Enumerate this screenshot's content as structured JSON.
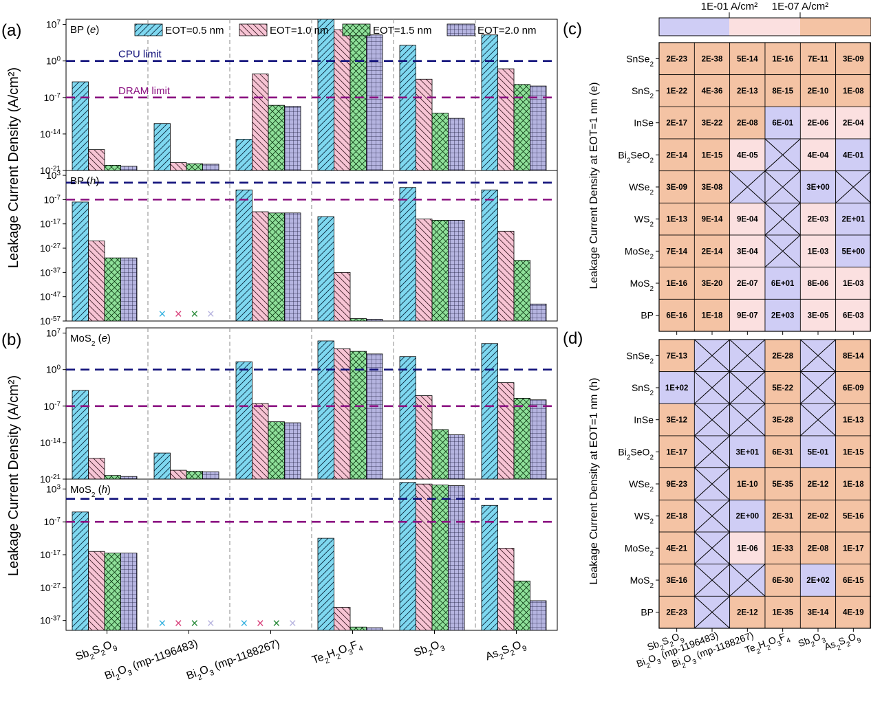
{
  "chart_data": [
    {
      "type": "bar",
      "panel": "(a)",
      "ylabel": "Leakage Current Density (A/cm²)",
      "categories": [
        "Sb2S2O9",
        "Bi2O3 (mp-1196483)",
        "Bi2O3 (mp-1188267)",
        "Te2H2O3F4",
        "Sb2O3",
        "As2S2O9"
      ],
      "legend": [
        "EOT=0.5 nm",
        "EOT=1.0 nm",
        "EOT=1.5 nm",
        "EOT=2.0 nm"
      ],
      "legend_position": "top",
      "limits": [
        {
          "name": "CPU limit",
          "value": 1,
          "color": "#10107a"
        },
        {
          "name": "DRAM limit",
          "value": 1e-07,
          "color": "#8a1080"
        }
      ],
      "subplots": [
        {
          "label": "BP (e)",
          "ylim_exp": [
            -21,
            8
          ],
          "ticks_exp": [
            7,
            0,
            -7,
            -14,
            -21
          ],
          "series": [
            {
              "name": "EOT=0.5 nm",
              "values_exp": [
                -4,
                -12,
                -15,
                8,
                3,
                5
              ]
            },
            {
              "name": "EOT=1.0 nm",
              "values_exp": [
                -17,
                -19.5,
                -2.5,
                6,
                -3.5,
                -1.5
              ]
            },
            {
              "name": "EOT=1.5 nm",
              "values_exp": [
                -20,
                -19.7,
                -8.5,
                5.5,
                -10,
                -4.5
              ]
            },
            {
              "name": "EOT=2.0 nm",
              "values_exp": [
                -20.2,
                -19.8,
                -8.7,
                5,
                -11,
                -4.8
              ]
            }
          ]
        },
        {
          "label": "BP (h)",
          "ylim_exp": [
            -57,
            5
          ],
          "ticks_exp": [
            3,
            -7,
            -17,
            -27,
            -37,
            -47,
            -57
          ],
          "missing": [
            1
          ],
          "series": [
            {
              "name": "EOT=0.5 nm",
              "values_exp": [
                -8,
                null,
                -3,
                -14,
                -2,
                -3
              ]
            },
            {
              "name": "EOT=1.0 nm",
              "values_exp": [
                -24,
                null,
                -12,
                -37,
                -15,
                -20
              ]
            },
            {
              "name": "EOT=1.5 nm",
              "values_exp": [
                -31,
                null,
                -12.5,
                -56,
                -15.5,
                -32
              ]
            },
            {
              "name": "EOT=2.0 nm",
              "values_exp": [
                -31,
                null,
                -12.5,
                -56.3,
                -15.5,
                -50
              ]
            }
          ]
        }
      ]
    },
    {
      "type": "bar",
      "panel": "(b)",
      "ylabel": "Leakage Current Density (A/cm²)",
      "categories": [
        "Sb2S2O9",
        "Bi2O3 (mp-1196483)",
        "Bi2O3 (mp-1188267)",
        "Te2H2O3F4",
        "Sb2O3",
        "As2S2O9"
      ],
      "limits": [
        {
          "name": "CPU limit",
          "value": 1,
          "color": "#10107a"
        },
        {
          "name": "DRAM limit",
          "value": 1e-07,
          "color": "#8a1080"
        }
      ],
      "subplots": [
        {
          "label": "MoS2 (e)",
          "ylim_exp": [
            -21,
            8
          ],
          "ticks_exp": [
            7,
            0,
            -7,
            -14,
            -21
          ],
          "series": [
            {
              "name": "EOT=0.5 nm",
              "values_exp": [
                -4,
                -16,
                1.5,
                5.5,
                2.5,
                5
              ]
            },
            {
              "name": "EOT=1.0 nm",
              "values_exp": [
                -17,
                -19.3,
                -6.5,
                4,
                -5,
                -2.5
              ]
            },
            {
              "name": "EOT=1.5 nm",
              "values_exp": [
                -20.3,
                -19.5,
                -10,
                3.5,
                -11.5,
                -5.5
              ]
            },
            {
              "name": "EOT=2.0 nm",
              "values_exp": [
                -20.5,
                -19.6,
                -10.2,
                3,
                -12.5,
                -5.8
              ]
            }
          ]
        },
        {
          "label": "MoS2 (h)",
          "ylim_exp": [
            -40,
            6
          ],
          "ticks_exp": [
            3,
            -7,
            -17,
            -27,
            -37
          ],
          "missing": [
            1,
            2
          ],
          "series": [
            {
              "name": "EOT=0.5 nm",
              "values_exp": [
                -4,
                null,
                null,
                -12,
                5,
                -2
              ]
            },
            {
              "name": "EOT=1.0 nm",
              "values_exp": [
                -16,
                null,
                null,
                -33,
                4.5,
                -15
              ]
            },
            {
              "name": "EOT=1.5 nm",
              "values_exp": [
                -16.5,
                null,
                null,
                -39,
                4.2,
                -25
              ]
            },
            {
              "name": "EOT=2.0 nm",
              "values_exp": [
                -16.5,
                null,
                null,
                -39.2,
                4,
                -31
              ]
            }
          ]
        }
      ]
    },
    {
      "type": "heatmap",
      "panel": "(c)",
      "ylabel": "Leakage Current Density at EOT=1 nm (e)",
      "colorbar": {
        "labels": [
          "1E-01 A/cm²",
          "1E-07 A/cm²"
        ],
        "colors": [
          "#cfcdf5",
          "#fbe0e0",
          "#f4c3a4"
        ]
      },
      "rows": [
        "SnSe2",
        "SnS2",
        "InSe",
        "Bi2SeO2",
        "WSe2",
        "WS2",
        "MoSe2",
        "MoS2",
        "BP"
      ],
      "cells": [
        [
          "2E-23",
          "2E-38",
          "5E-14",
          "1E-16",
          "7E-11",
          "3E-09"
        ],
        [
          "1E-22",
          "4E-36",
          "2E-13",
          "8E-15",
          "2E-10",
          "1E-08"
        ],
        [
          "2E-17",
          "3E-22",
          "2E-08",
          "6E-01",
          "2E-06",
          "2E-04"
        ],
        [
          "2E-14",
          "1E-15",
          "4E-05",
          "X",
          "4E-04",
          "4E-01"
        ],
        [
          "3E-09",
          "3E-08",
          "X",
          "X",
          "3E+00",
          "X"
        ],
        [
          "1E-13",
          "9E-14",
          "9E-04",
          "X",
          "2E-03",
          "2E+01"
        ],
        [
          "7E-14",
          "2E-14",
          "3E-04",
          "X",
          "1E-03",
          "5E+00"
        ],
        [
          "1E-16",
          "3E-20",
          "2E-07",
          "6E+01",
          "8E-06",
          "1E-03"
        ],
        [
          "6E-16",
          "1E-18",
          "9E-07",
          "2E+03",
          "3E-05",
          "6E-03"
        ]
      ],
      "colors": [
        [
          "o",
          "o",
          "o",
          "o",
          "o",
          "o"
        ],
        [
          "o",
          "o",
          "o",
          "o",
          "o",
          "o"
        ],
        [
          "o",
          "o",
          "o",
          "b",
          "p",
          "p"
        ],
        [
          "o",
          "o",
          "p",
          "b",
          "p",
          "b"
        ],
        [
          "o",
          "o",
          "b",
          "b",
          "b",
          "b"
        ],
        [
          "o",
          "o",
          "p",
          "b",
          "p",
          "b"
        ],
        [
          "o",
          "o",
          "p",
          "b",
          "p",
          "b"
        ],
        [
          "o",
          "o",
          "p",
          "b",
          "p",
          "p"
        ],
        [
          "o",
          "o",
          "p",
          "b",
          "p",
          "p"
        ]
      ]
    },
    {
      "type": "heatmap",
      "panel": "(d)",
      "ylabel": "Leakage Current Density at EOT=1 nm (h)",
      "columns": [
        "Sb2S2O9",
        "Bi2O3 (mp-1196483)",
        "Bi2O3 (mp-1188267)",
        "Te2H2O3F4",
        "Sb2O3",
        "As2S2O9"
      ],
      "rows": [
        "SnSe2",
        "SnS2",
        "InSe",
        "Bi2SeO2",
        "WSe2",
        "WS2",
        "MoSe2",
        "MoS2",
        "BP"
      ],
      "cells": [
        [
          "7E-13",
          "X",
          "X",
          "2E-28",
          "X",
          "8E-14"
        ],
        [
          "1E+02",
          "X",
          "X",
          "5E-22",
          "X",
          "6E-09"
        ],
        [
          "3E-12",
          "X",
          "X",
          "3E-28",
          "X",
          "1E-13"
        ],
        [
          "1E-17",
          "X",
          "3E+01",
          "6E-31",
          "5E-01",
          "1E-15"
        ],
        [
          "9E-23",
          "X",
          "1E-10",
          "5E-35",
          "2E-12",
          "1E-18"
        ],
        [
          "2E-18",
          "X",
          "2E+00",
          "2E-31",
          "2E-02",
          "5E-16"
        ],
        [
          "4E-21",
          "X",
          "1E-06",
          "1E-33",
          "2E-08",
          "1E-17"
        ],
        [
          "3E-16",
          "X",
          "X",
          "6E-30",
          "2E+02",
          "6E-15"
        ],
        [
          "2E-23",
          "X",
          "2E-12",
          "1E-35",
          "3E-14",
          "4E-19"
        ]
      ],
      "colors": [
        [
          "o",
          "b",
          "b",
          "o",
          "b",
          "o"
        ],
        [
          "b",
          "b",
          "b",
          "o",
          "b",
          "o"
        ],
        [
          "o",
          "b",
          "b",
          "o",
          "b",
          "o"
        ],
        [
          "o",
          "b",
          "b",
          "o",
          "b",
          "o"
        ],
        [
          "o",
          "b",
          "o",
          "o",
          "o",
          "o"
        ],
        [
          "o",
          "b",
          "b",
          "o",
          "o",
          "o"
        ],
        [
          "o",
          "b",
          "p",
          "o",
          "o",
          "o"
        ],
        [
          "o",
          "b",
          "b",
          "o",
          "b",
          "o"
        ],
        [
          "o",
          "b",
          "o",
          "o",
          "o",
          "o"
        ]
      ]
    }
  ],
  "text": {
    "panel_a": "(a)",
    "panel_b": "(b)",
    "panel_c": "(c)",
    "panel_d": "(d)",
    "ylabel_ab_top": "Leakage Current Density (A/cm²)",
    "ylabel_ab_bottom": "Leakage Current Density (A/cm²)",
    "ylabel_c": "Leakage Current Density at EOT=1 nm (e)",
    "ylabel_d": "Leakage Current Density at EOT=1 nm (h)",
    "cpu_limit": "CPU limit",
    "dram_limit": "DRAM limit",
    "cbar_1": "1E-01 A/cm²",
    "cbar_2": "1E-07 A/cm²"
  },
  "colors": {
    "eot05": "#7fd8f0",
    "eot10": "#f7c4d4",
    "eot15": "#8fe09a",
    "eot20": "#b5b4e0",
    "cpu": "#10107a",
    "dram": "#8a1080",
    "cell_orange": "#f4c3a4",
    "cell_pink": "#fbe0e0",
    "cell_blue": "#cfcdf5",
    "x05": "#3bb3e0",
    "x10": "#d8407a",
    "x15": "#2a8a3a",
    "x20": "#b9b6e0"
  }
}
